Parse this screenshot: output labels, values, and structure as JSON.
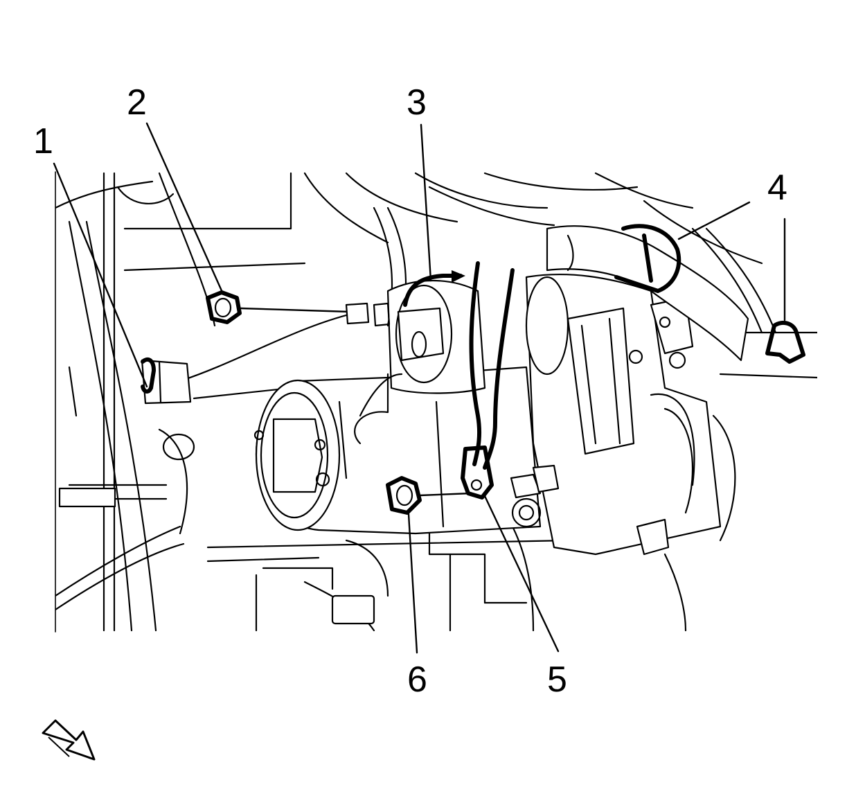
{
  "callouts": {
    "c1": "1",
    "c2": "2",
    "c3": "3",
    "c4": "4",
    "c5": "5",
    "c6": "6"
  },
  "icons": {
    "view_direction": "arrow-down-right-icon"
  },
  "colors": {
    "line": "#000000",
    "background": "#ffffff"
  }
}
